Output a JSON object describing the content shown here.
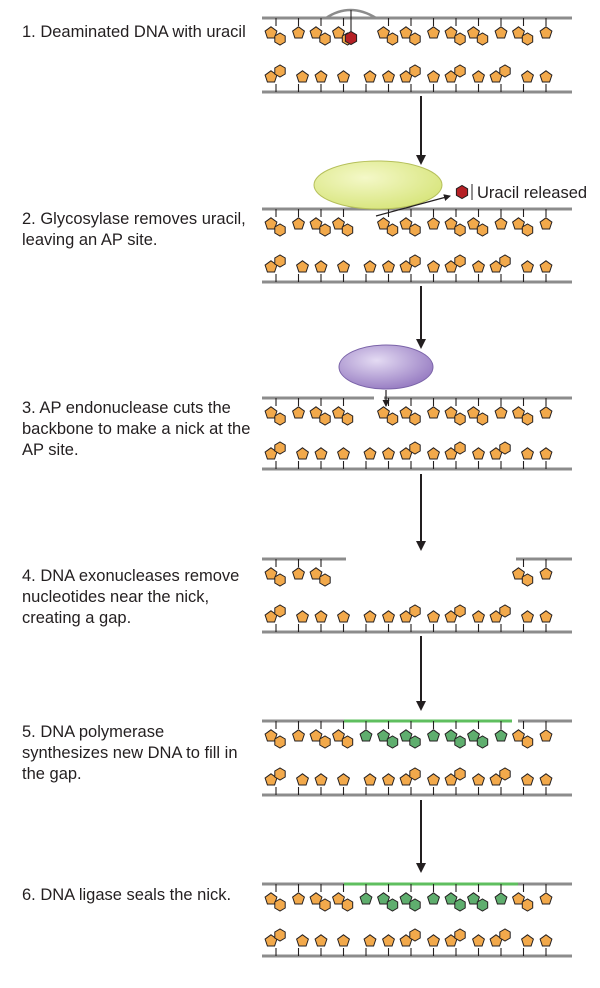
{
  "steps": [
    {
      "id": "step-1",
      "label": "1. Deaminated DNA with uracil"
    },
    {
      "id": "step-2",
      "label": "2. Glycosylase removes uracil, leaving an AP site."
    },
    {
      "id": "step-3",
      "label": "3. AP endonuclease cuts the backbone to make a nick at the AP site."
    },
    {
      "id": "step-4",
      "label": "4. DNA exonucleases remove nucleotides near the nick, creating a gap."
    },
    {
      "id": "step-5",
      "label": "5. DNA polymerase synthesizes new DNA to fill in the gap."
    },
    {
      "id": "step-6",
      "label": "6. DNA ligase seals the nick."
    }
  ],
  "uracil_release_label": "Uracil released",
  "colors": {
    "backbone": "#8c8c8c",
    "original_nucleotide": "#f2a94b",
    "new_nucleotide": "#5fae6e",
    "new_backbone": "#5fbf5f",
    "uracil": "#b52025",
    "glycosylase": "#d9e680",
    "endonuclease": "#9a80c4",
    "arrow": "#231f20"
  },
  "icons": {
    "glycosylase": "oval-enzyme-icon",
    "endonuclease": "oval-enzyme-icon",
    "uracil": "hexagon-base-icon",
    "step_arrow": "down-arrow-icon"
  }
}
